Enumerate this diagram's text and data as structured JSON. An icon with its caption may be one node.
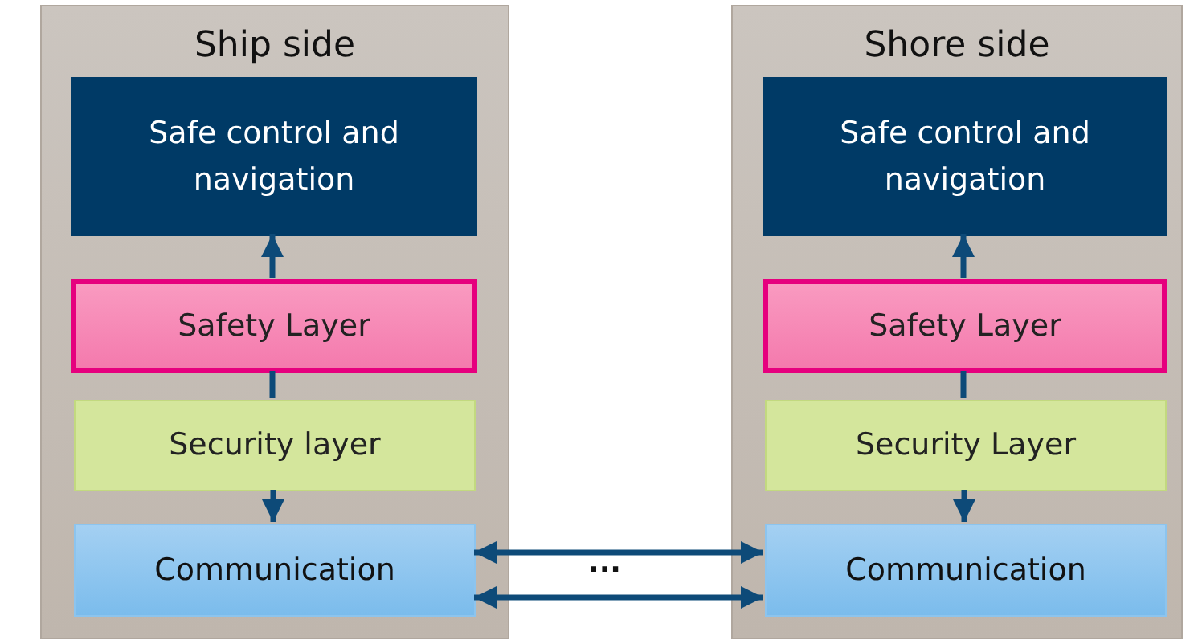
{
  "diagram": {
    "nodes": [
      {
        "text": [
          "Ship side"
        ]
      },
      {
        "text": [
          "Safe control and navigation"
        ],
        "in": 0
      },
      {
        "text": [
          "Safety Layer"
        ],
        "in": 0
      },
      {
        "text": [
          "Security layer"
        ],
        "in": 0
      },
      {
        "text": [
          "Communication"
        ],
        "in": 0
      },
      {
        "text": [
          "Shore side"
        ]
      },
      {
        "text": [
          "Safe control and navigation"
        ],
        "in": 5
      },
      {
        "text": [
          "Safety Layer"
        ],
        "in": 5
      },
      {
        "text": [
          "Security Layer"
        ],
        "in": 5
      },
      {
        "text": [
          "Communication"
        ],
        "in": 5
      }
    ],
    "edges": [
      {
        "from": 2,
        "to": 1,
        "arrow": "to"
      },
      {
        "from": 2,
        "to": 3,
        "arrow": "none"
      },
      {
        "from": 3,
        "to": 4,
        "arrow": "to"
      },
      {
        "from": 7,
        "to": 6,
        "arrow": "to"
      },
      {
        "from": 7,
        "to": 8,
        "arrow": "none"
      },
      {
        "from": 8,
        "to": 9,
        "arrow": "to"
      },
      {
        "from": 4,
        "to": 9,
        "arrow": "both"
      },
      {
        "from": 4,
        "to": 9,
        "arrow": "both"
      }
    ],
    "labels": [
      "..."
    ]
  }
}
